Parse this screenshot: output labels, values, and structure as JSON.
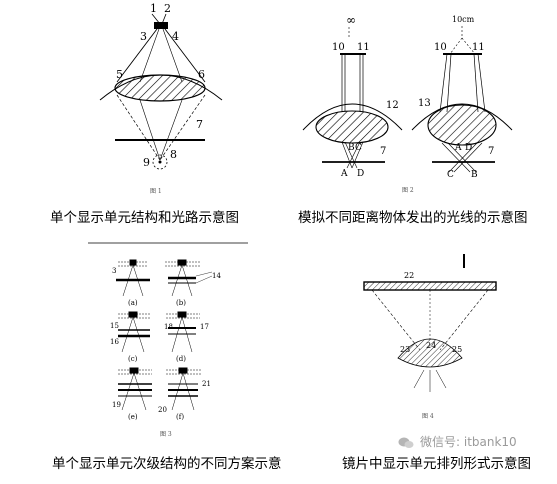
{
  "captions": {
    "p1": "单个显示单元结构和光路示意图",
    "p2": "模拟不同距离物体发出的光线的示意图",
    "p3": "单个显示单元次级结构的不同方案示意",
    "p4": "镜片中显示单元排列形式示意图"
  },
  "figure_labels": {
    "fig1": "图 1",
    "fig2": "图 2",
    "fig3": "图 3",
    "fig4": "图 4"
  },
  "fig1_labels": [
    "1",
    "2",
    "3",
    "4",
    "5",
    "6",
    "7",
    "8",
    "9"
  ],
  "fig2_labels": {
    "infinity": "∞",
    "near_distance": "10cm",
    "n10a": "10",
    "n11a": "11",
    "n10b": "10",
    "n11b": "11",
    "n12": "12",
    "n13": "13",
    "n7a": "7",
    "n7b": "7",
    "B": "B",
    "C": "C",
    "A": "A",
    "D": "D",
    "A2": "A",
    "D2": "D",
    "C2": "C",
    "B2": "B"
  },
  "fig3_labels": {
    "sub_a": "(a)",
    "sub_b": "(b)",
    "sub_c": "(c)",
    "sub_d": "(d)",
    "sub_e": "(e)",
    "sub_f": "(f)",
    "n3": "3",
    "n14": "14",
    "n15": "15",
    "n16": "16",
    "n18": "18",
    "n17": "17",
    "n19": "19",
    "n20": "20",
    "n21": "21"
  },
  "fig4_labels": {
    "n22": "22",
    "n23": "23",
    "n24": "24",
    "n25": "25"
  },
  "watermark": {
    "icon": "wechat-icon",
    "text": "微信号: itbank10"
  }
}
